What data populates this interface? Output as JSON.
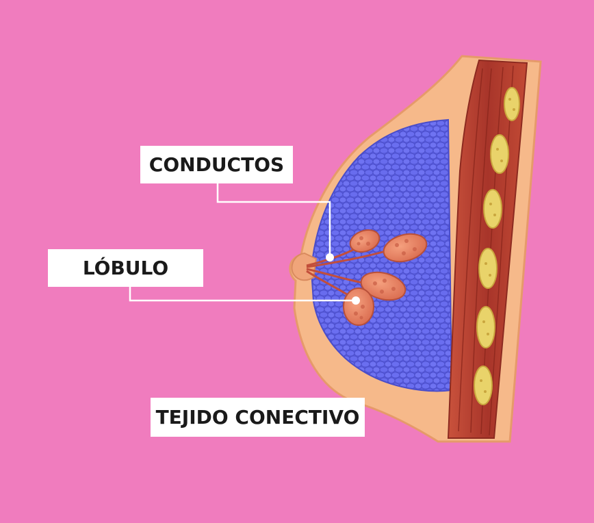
{
  "diagram": {
    "labels": {
      "ducts": "CONDUCTOS",
      "lobule": "LÓBULO",
      "connective_tissue": "TEJIDO CONECTIVO"
    }
  },
  "colors": {
    "background": "#f07cbe",
    "skin": "#f6b98a",
    "skin_outline": "#e69a6a",
    "fat_tissue": "#6468e8",
    "lobule": "#e8815f",
    "muscle": "#b23a2a",
    "rib": "#e9d36a",
    "label_bg": "#ffffff",
    "label_text": "#1a1a1a",
    "leader_line": "#ffffff"
  }
}
